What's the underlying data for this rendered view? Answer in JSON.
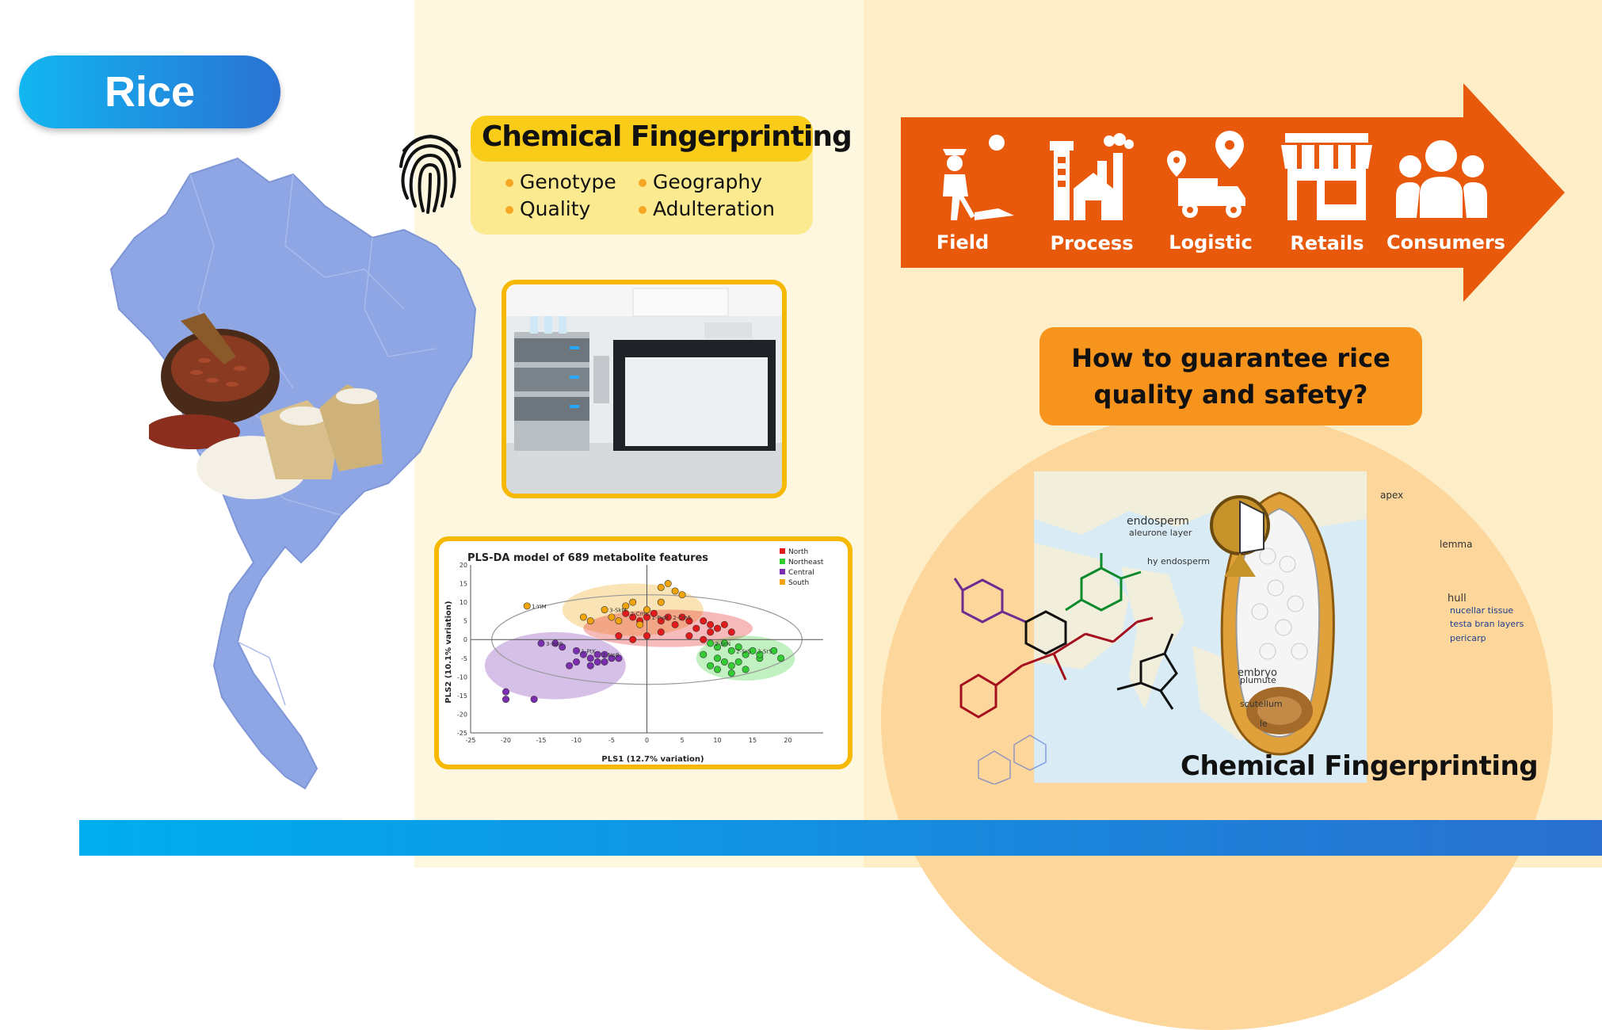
{
  "rice_label": "Rice",
  "fingerprint_box": {
    "title": "Chemical Fingerprinting",
    "items": [
      "Genotype",
      "Geography",
      "Quality",
      "Adulteration"
    ]
  },
  "supply_chain": {
    "steps": [
      {
        "label": "Field",
        "icon": "farmer-icon"
      },
      {
        "label": "Process",
        "icon": "factory-icon"
      },
      {
        "label": "Logistic",
        "icon": "logistic-icon"
      },
      {
        "label": "Retails",
        "icon": "store-icon"
      },
      {
        "label": "Consumers",
        "icon": "people-icon"
      }
    ],
    "color": "#e8590c"
  },
  "question": {
    "line1": "How to guarantee rice",
    "line2": "quality and safety?"
  },
  "seed_panel": {
    "caption": "Chemical Fingerprinting",
    "labels": [
      "apex",
      "lemma",
      "hull",
      "nucellar tissue",
      "testa bran layers",
      "pericarp",
      "endosperm",
      "aleurone layer",
      "hy endosperm",
      "embryo",
      "plumute",
      "scutellum",
      "le"
    ]
  },
  "chart_data": {
    "type": "scatter",
    "title": "PLS-DA model of 689 metabolite features",
    "xlabel": "PLS1 (12.7% variation)",
    "ylabel": "PLS2 (10.1% variation)",
    "xlim": [
      -25,
      25
    ],
    "ylim": [
      -25,
      20
    ],
    "xticks": [
      -25,
      -20,
      -15,
      -10,
      -5,
      0,
      5,
      10,
      15,
      20
    ],
    "yticks": [
      20,
      15,
      10,
      5,
      0,
      -5,
      -10,
      -15,
      -20,
      -25
    ],
    "legend_position": "top-right",
    "series": [
      {
        "name": "North",
        "color": "#e31a1c",
        "points": [
          [
            -3,
            7
          ],
          [
            -2,
            6
          ],
          [
            -1,
            5
          ],
          [
            0,
            6
          ],
          [
            1,
            7
          ],
          [
            2,
            5
          ],
          [
            3,
            6
          ],
          [
            4,
            4
          ],
          [
            5,
            6
          ],
          [
            6,
            5
          ],
          [
            7,
            3
          ],
          [
            8,
            5
          ],
          [
            9,
            4
          ],
          [
            10,
            3
          ],
          [
            11,
            4
          ],
          [
            12,
            2
          ],
          [
            -4,
            1
          ],
          [
            -2,
            0
          ],
          [
            0,
            1
          ],
          [
            2,
            2
          ],
          [
            6,
            1
          ],
          [
            8,
            0
          ],
          [
            9,
            2
          ]
        ],
        "labels": [
          "2-CmC",
          "1-PyM",
          "2-Cm5"
        ]
      },
      {
        "name": "Northeast",
        "color": "#33cc33",
        "points": [
          [
            9,
            -1
          ],
          [
            10,
            -2
          ],
          [
            11,
            -1
          ],
          [
            12,
            -3
          ],
          [
            13,
            -2
          ],
          [
            14,
            -4
          ],
          [
            15,
            -3
          ],
          [
            16,
            -5
          ],
          [
            10,
            -5
          ],
          [
            11,
            -6
          ],
          [
            12,
            -7
          ],
          [
            13,
            -6
          ],
          [
            9,
            -7
          ],
          [
            10,
            -8
          ],
          [
            14,
            -8
          ],
          [
            16,
            -4
          ],
          [
            18,
            -3
          ],
          [
            19,
            -5
          ],
          [
            8,
            -4
          ],
          [
            12,
            -9
          ]
        ],
        "labels": [
          "2-SrN",
          "2-SrS",
          "3-SrS"
        ]
      },
      {
        "name": "Central",
        "color": "#7b2fb0",
        "points": [
          [
            -15,
            -1
          ],
          [
            -13,
            -1
          ],
          [
            -12,
            -2
          ],
          [
            -10,
            -3
          ],
          [
            -9,
            -4
          ],
          [
            -8,
            -5
          ],
          [
            -7,
            -4
          ],
          [
            -6,
            -6
          ],
          [
            -5,
            -5
          ],
          [
            -4,
            -5
          ],
          [
            -8,
            -7
          ],
          [
            -11,
            -7
          ],
          [
            -10,
            -6
          ],
          [
            -7,
            -6
          ],
          [
            -6,
            -4
          ],
          [
            -20,
            -14
          ],
          [
            -20,
            -16
          ],
          [
            -16,
            -16
          ]
        ],
        "labels": [
          "3-NpB",
          "1-PtK",
          "2-NpB"
        ]
      },
      {
        "name": "South",
        "color": "#f0a30a",
        "points": [
          [
            -17,
            9
          ],
          [
            -9,
            6
          ],
          [
            -8,
            5
          ],
          [
            -6,
            8
          ],
          [
            -5,
            6
          ],
          [
            -3,
            9
          ],
          [
            -2,
            10
          ],
          [
            0,
            8
          ],
          [
            2,
            14
          ],
          [
            3,
            15
          ],
          [
            4,
            13
          ],
          [
            5,
            12
          ],
          [
            -4,
            5
          ],
          [
            -1,
            4
          ],
          [
            2,
            10
          ]
        ],
        "labels": [
          "1-YIM",
          "3-SkM"
        ]
      }
    ],
    "ellipses": [
      {
        "color": "#f0a30a",
        "cx": -2,
        "cy": 8,
        "rx": 10,
        "ry": 7
      },
      {
        "color": "#e31a1c",
        "cx": 3,
        "cy": 3,
        "rx": 12,
        "ry": 5
      },
      {
        "color": "#7b2fb0",
        "cx": -13,
        "cy": -7,
        "rx": 10,
        "ry": 9
      },
      {
        "color": "#33cc33",
        "cx": 14,
        "cy": -5,
        "rx": 7,
        "ry": 6
      },
      {
        "color": "#888888",
        "cx": 0,
        "cy": 0,
        "rx": 22,
        "ry": 12
      }
    ]
  }
}
